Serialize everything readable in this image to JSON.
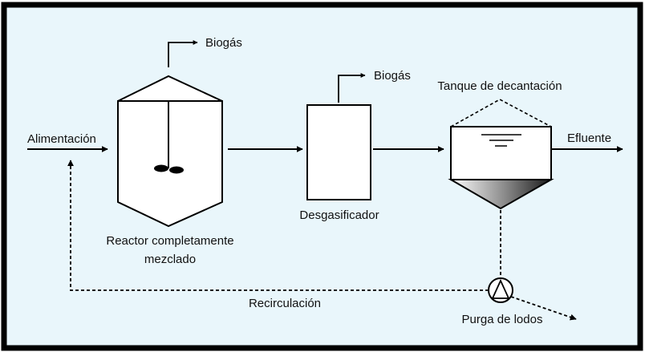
{
  "colors": {
    "background": "#e9f6fb",
    "frame": "#000000",
    "stroke": "#000000"
  },
  "labels": {
    "alimentacion": "Alimentación",
    "biogas_reactor": "Biogás",
    "biogas_degasser": "Biogás",
    "reactor_line1": "Reactor completamente",
    "reactor_line2": "mezclado",
    "desgasificador": "Desgasificador",
    "tanque": "Tanque de decantación",
    "efluente": "Efluente",
    "recirculacion": "Recirculación",
    "purga": "Purga de lodos"
  },
  "icons": {
    "pump": "pump-icon"
  }
}
